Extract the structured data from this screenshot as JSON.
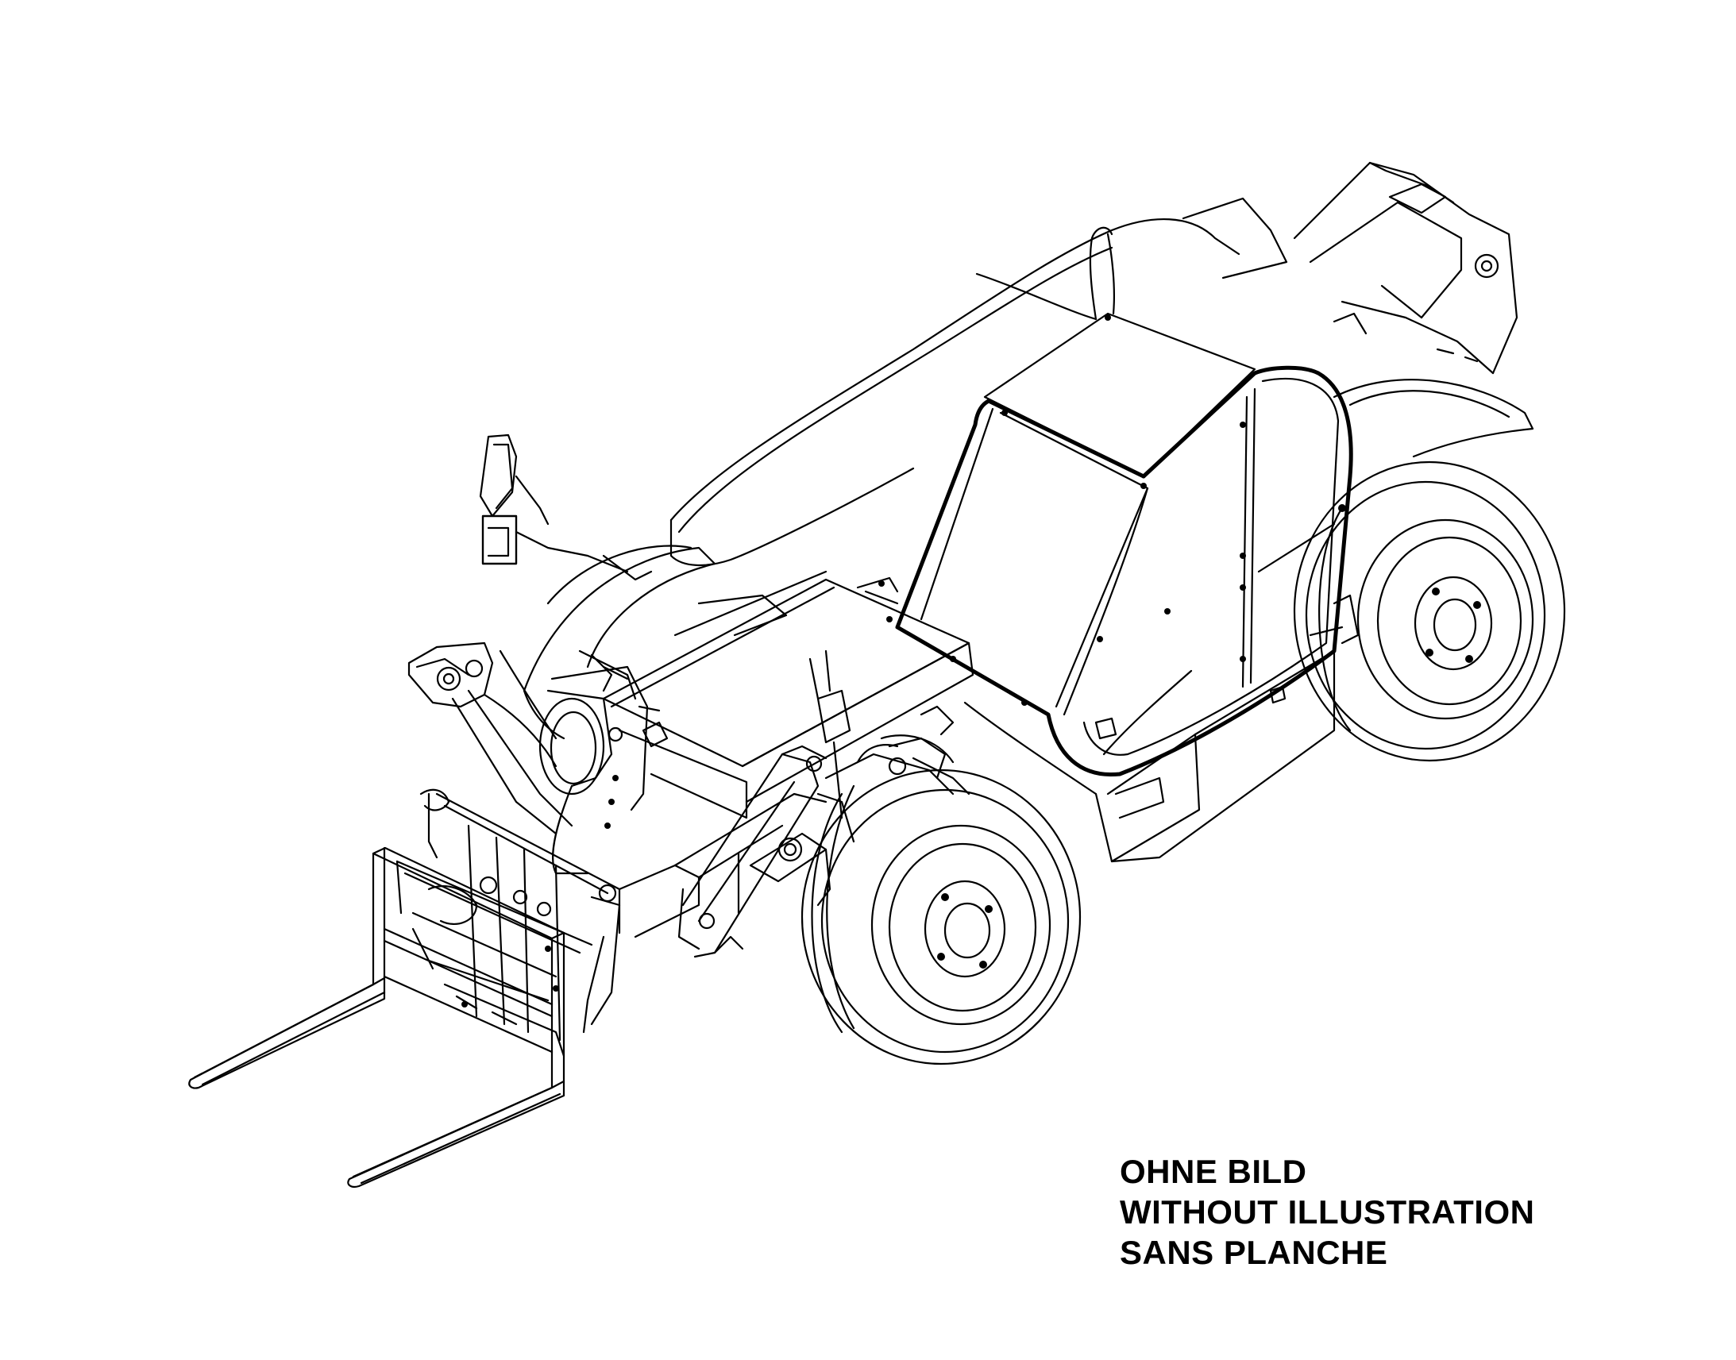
{
  "caption": {
    "lines": [
      "OHNE BILD",
      "WITHOUT ILLUSTRATION",
      "SANS PLANCHE"
    ]
  },
  "colors": {
    "ink": "#000000",
    "paper": "#ffffff"
  }
}
